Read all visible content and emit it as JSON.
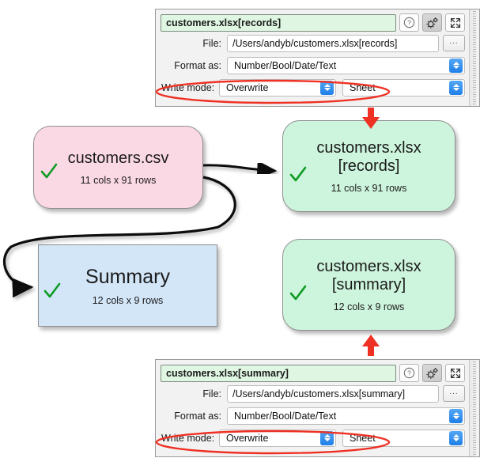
{
  "panels": [
    {
      "id": "records",
      "title": "customers.xlsx[records]",
      "help_icon": "question-mark-icon",
      "settings_icon": "gear-icon",
      "expand_icon": "expand-arrows-icon",
      "rows": {
        "file_label": "File:",
        "file_value": "/Users/andyb/customers.xlsx[records]",
        "browse_label": "...",
        "format_label": "Format as:",
        "format_value": "Number/Bool/Date/Text",
        "write_mode_label": "Write mode:",
        "write_mode_value": "Overwrite",
        "sheet_value": "Sheet"
      }
    },
    {
      "id": "summary",
      "title": "customers.xlsx[summary]",
      "help_icon": "question-mark-icon",
      "settings_icon": "gear-icon",
      "expand_icon": "expand-arrows-icon",
      "rows": {
        "file_label": "File:",
        "file_value": "/Users/andyb/customers.xlsx[summary]",
        "browse_label": "...",
        "format_label": "Format as:",
        "format_value": "Number/Bool/Date/Text",
        "write_mode_label": "Write mode:",
        "write_mode_value": "Overwrite",
        "sheet_value": "Sheet"
      }
    }
  ],
  "nodes": [
    {
      "id": "customers-csv",
      "title_line1": "customers.csv",
      "title_line2": "",
      "subtitle": "11 cols x 91 rows",
      "status_icon": "green-check-icon",
      "color": "#fbd9e4",
      "shape": "rounded"
    },
    {
      "id": "customers-xlsx-records",
      "title_line1": "customers.xlsx",
      "title_line2": "[records]",
      "subtitle": "11 cols x 91 rows",
      "status_icon": "green-check-icon",
      "color": "#cdf4dc",
      "shape": "rounded"
    },
    {
      "id": "summary",
      "title_line1": "Summary",
      "title_line2": "",
      "subtitle": "12 cols x 9 rows",
      "status_icon": "green-check-icon",
      "color": "#d3e6f8",
      "shape": "square"
    },
    {
      "id": "customers-xlsx-summary",
      "title_line1": "customers.xlsx",
      "title_line2": "[summary]",
      "subtitle": "12 cols x 9 rows",
      "status_icon": "green-check-icon",
      "color": "#cdf4dc",
      "shape": "rounded"
    }
  ],
  "annotations": {
    "highlight_color": "#ef3124",
    "check_color": "#0d9b23",
    "accent_blue": "#1f7fe8"
  }
}
